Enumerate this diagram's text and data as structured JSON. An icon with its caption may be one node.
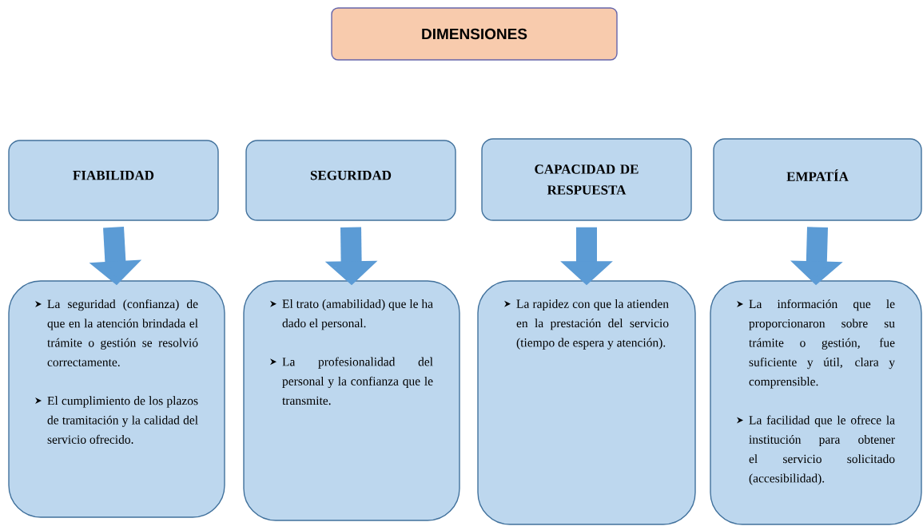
{
  "diagram": {
    "nodes": [
      {
        "text": [
          "DIMENSIONES"
        ]
      },
      {
        "text": [
          "FIABILIDAD"
        ]
      },
      {
        "text": [
          "SEGURIDAD"
        ]
      },
      {
        "text": [
          "CAPACIDAD DE RESPUESTA"
        ]
      },
      {
        "text": [
          "EMPATÍA"
        ]
      },
      {
        "text": [
          "La seguridad (confianza) de que en la atención brindada el trámite o gestión se resolvió correctamente.",
          "El cumplimiento de los plazos de tramitación y la calidad del servicio ofrecido."
        ]
      },
      {
        "text": [
          "El trato (amabilidad) que le ha dado el personal.",
          "La profesionalidad del personal y la confianza que le transmite."
        ]
      },
      {
        "text": [
          "La rapidez con que la atienden en la prestación del servicio (tiempo de espera y atención)."
        ]
      },
      {
        "text": [
          "La información que le proporcionaron sobre su trámite o gestión, fue suficiente y útil, clara y comprensible.",
          "La facilidad que le ofrece la institución para obtener el servicio solicitado (accesibilidad)."
        ]
      }
    ],
    "edges": [
      {
        "from": 1,
        "to": 5,
        "arrow": "to"
      },
      {
        "from": 2,
        "to": 6,
        "arrow": "to"
      },
      {
        "from": 3,
        "to": 7,
        "arrow": "to"
      },
      {
        "from": 4,
        "to": 8,
        "arrow": "to"
      }
    ]
  }
}
